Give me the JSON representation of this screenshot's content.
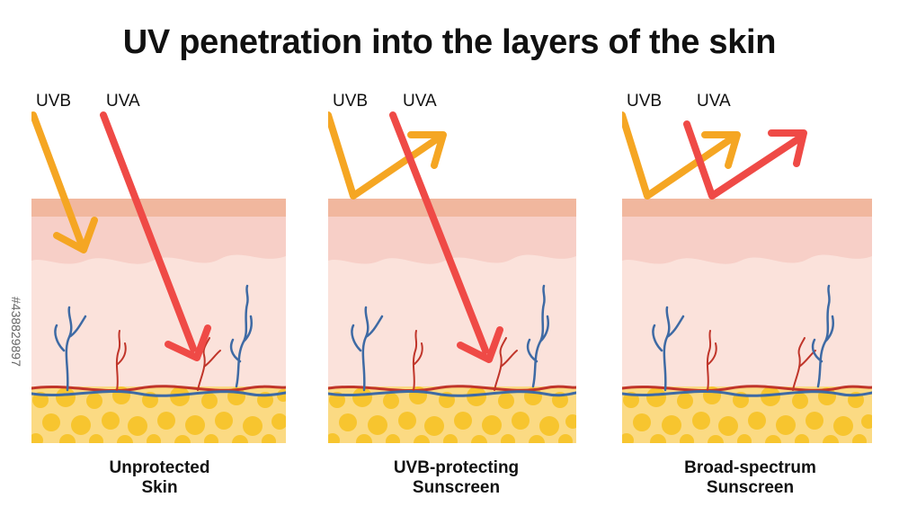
{
  "title": "UV penetration into the layers of the skin",
  "panels": [
    {
      "uvb_label": "UVB",
      "uva_label": "UVA",
      "caption_line1": "Unprotected",
      "caption_line2": "Skin",
      "uvb_blocked": false,
      "uva_blocked": false
    },
    {
      "uvb_label": "UVB",
      "uva_label": "UVA",
      "caption_line1": "UVB-protecting",
      "caption_line2": "Sunscreen",
      "uvb_blocked": true,
      "uva_blocked": false
    },
    {
      "uvb_label": "UVB",
      "uva_label": "UVA",
      "caption_line1": "Broad-spectrum",
      "caption_line2": "Sunscreen",
      "uvb_blocked": true,
      "uva_blocked": true
    }
  ],
  "watermark": "#438829897",
  "colors": {
    "uvb": "#F5A623",
    "uva": "#EF4A46",
    "stratum_top": "#F1B79E",
    "epidermis": "#F7CFC7",
    "dermis": "#FBE2DB",
    "fat_bg": "#FBDA83",
    "fat_cells": "#F7C52F",
    "artery": "#C0352A",
    "vein": "#3E6AA4"
  }
}
